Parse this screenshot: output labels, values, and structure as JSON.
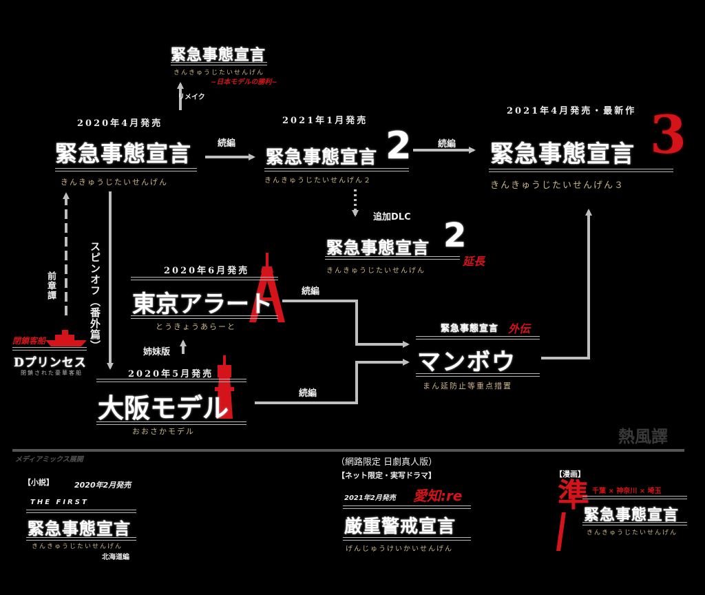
{
  "remake": {
    "label": "リメイク",
    "title": "緊急事態宣言",
    "kana": "きんきゅうじたいせんげん",
    "subtitle": "~日本モデルの勝利~"
  },
  "original": {
    "date": "2020年4月発売",
    "title": "緊急事態宣言",
    "kana": "きんきゅうじたいせんげん"
  },
  "sequel2": {
    "date": "2021年1月発売",
    "title": "緊急事態宣言",
    "numeral": "2",
    "kana": "きんきゅうじたいせんげん２"
  },
  "sequel3": {
    "date": "2021年4月発売・最新作",
    "title": "緊急事態宣言",
    "numeral": "3",
    "kana": "きんきゅうじたいせんげん３"
  },
  "dlc": {
    "label": "追加DLC",
    "title": "緊急事態宣言",
    "numeral": "2",
    "badge": "延長",
    "kana": "きんきゅうじたいせんげん"
  },
  "tokyo": {
    "date": "2020年6月発売",
    "title": "東京アラート",
    "kana": "とうきょうあらーと"
  },
  "osaka": {
    "date": "2020年5月発売",
    "title": "大阪モデル",
    "kana": "おおさかモデル"
  },
  "manbou": {
    "prefix": "緊急事態宣言",
    "prefix_badge": "外伝",
    "title": "マンボウ",
    "kana": "まん延防止等重点措置"
  },
  "princess": {
    "ship_label": "閉鎖客船",
    "title": "Dプリンセス",
    "caption": "閉鎖された豪華客船"
  },
  "edges": {
    "sequel_1": "続編",
    "sequel_2": "続編",
    "sequel_3": "続編",
    "sequel_4": "続編",
    "spinoff": "スピンオフ（番外篇）",
    "prequel": "前章譚",
    "sister": "姉妹版"
  },
  "watermark": "熱風譯",
  "media_mix": {
    "heading": "メディアミックス展開",
    "novel": {
      "tag": "【小説】",
      "date": "2020年2月発売",
      "prefix": "THE FIRST",
      "title": "緊急事態宣言",
      "kana": "きんきゅうじたいせんげん",
      "suffix": "北海道編"
    },
    "drama": {
      "note": "（網路限定 日劇真人版）",
      "tag": "【ネット限定・実写ドラマ】",
      "date": "2021年2月発売",
      "badge": "愛知:re",
      "title": "厳重警戒宣言",
      "kana": "げんじゅうけいかいせんげん"
    },
    "manga": {
      "tag": "【漫画】",
      "big_char": "準",
      "regions": "千葉 × 神奈川 × 埼玉",
      "title": "緊急事態宣言",
      "kana": "きんきゅうじたいせんげん"
    }
  },
  "colors": {
    "background": "#000000",
    "accent_red": "#d4141a",
    "kana_gold": "#cbb78a",
    "arrow_gray": "#bfbfbf"
  }
}
